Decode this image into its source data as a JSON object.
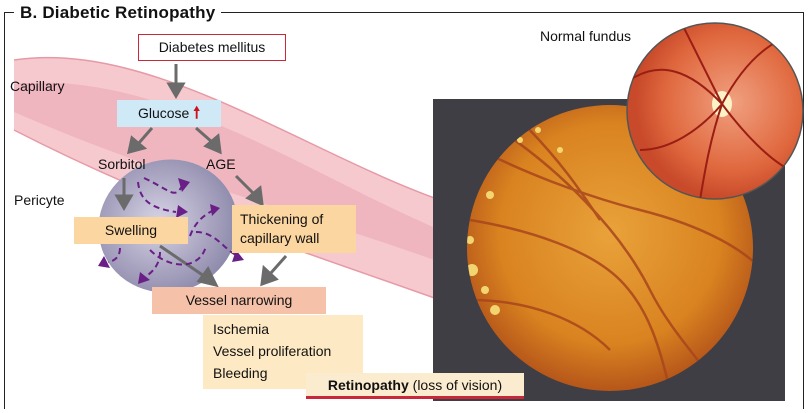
{
  "title": "B. Diabetic Retinopathy",
  "labels": {
    "normal_fundus": "Normal fundus",
    "capillary": "Capillary",
    "pericyte": "Pericyte",
    "sorbitol": "Sorbitol",
    "age": "AGE"
  },
  "boxes": {
    "diabetes": "Diabetes mellitus",
    "glucose": "Glucose",
    "swelling": "Swelling",
    "thickening_line1": "Thickening of",
    "thickening_line2": "capillary wall",
    "narrowing": "Vessel narrowing",
    "consequences": [
      "Ischemia",
      "Vessel proliferation",
      "Bleeding"
    ],
    "retinopathy_bold": "Retinopathy",
    "retinopathy_rest": "(loss of vision)"
  },
  "colors": {
    "frame": "#222222",
    "diabetes_border": "#c8283a",
    "glucose_bg": "#cfe9f7",
    "glucose_arrow": "#d0101f",
    "swelling_bg": "#fcd6a0",
    "narrowing_bg": "#f6c1a9",
    "consequence_bg": "#fdeac4",
    "arrow_gray": "#6b6b6b",
    "sorbitol_arrow": "#6a1f86",
    "capillary": "#f2bcc4",
    "fundus": "#d98a2a"
  },
  "icons": {
    "glucose_increase": "up-arrow-icon"
  }
}
